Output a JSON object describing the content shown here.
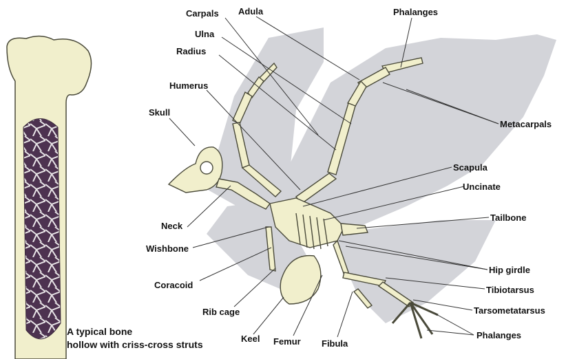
{
  "bone_caption": {
    "line1": "A typical bone",
    "line2": "hollow with criss-cross struts"
  },
  "labels": {
    "carpals": "Carpals",
    "adula": "Adula",
    "phalanges_top": "Phalanges",
    "ulna": "Ulna",
    "radius": "Radius",
    "humerus": "Humerus",
    "skull": "Skull",
    "metacarpals": "Metacarpals",
    "scapula": "Scapula",
    "uncinate": "Uncinate",
    "tailbone": "Tailbone",
    "neck": "Neck",
    "wishbone": "Wishbone",
    "hip_girdle": "Hip girdle",
    "coracoid": "Coracoid",
    "tibiotarsus": "Tibiotarsus",
    "rib_cage": "Rib cage",
    "tarsometatarsus": "Tarsometatarsus",
    "keel": "Keel",
    "femur": "Femur",
    "fibula": "Fibula",
    "phalanges_bottom": "Phalanges"
  },
  "colors": {
    "bone": "#f1efcc",
    "bone_outline": "#4a4a3a",
    "marrow": "#4d3250",
    "wing_silhouette": "#d3d4d9",
    "leader_line": "#333333"
  }
}
